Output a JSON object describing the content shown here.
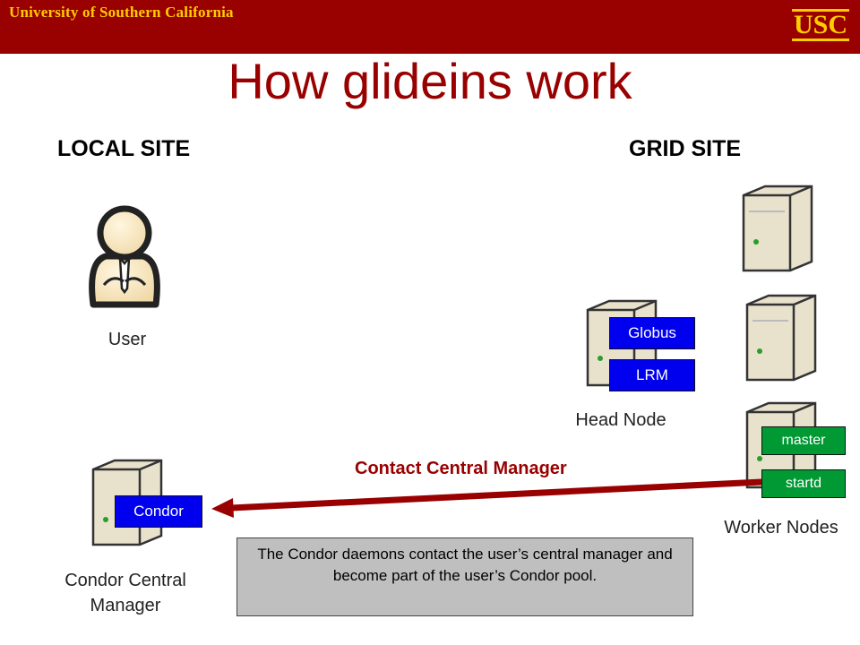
{
  "banner": {
    "university": "University of Southern California",
    "logo": "USC"
  },
  "title": "How glideins work",
  "sections": {
    "local": "LOCAL SITE",
    "grid": "GRID SITE"
  },
  "nodes": {
    "user": "User",
    "head_node": "Head Node",
    "worker_nodes": "Worker Nodes",
    "condor_cm_line1": "Condor Central",
    "condor_cm_line2": "Manager"
  },
  "tags": {
    "globus": "Globus",
    "lrm": "LRM",
    "master": "master",
    "startd": "startd",
    "condor": "Condor"
  },
  "arrow": {
    "label": "Contact Central Manager"
  },
  "note": "The Condor daemons contact the user’s central manager and become part of the user’s Condor pool.",
  "colors": {
    "banner": "#990000",
    "accent_text": "#990000",
    "tag_blue": "#0000ee",
    "tag_green": "#009933",
    "gold": "#ffcc00"
  }
}
